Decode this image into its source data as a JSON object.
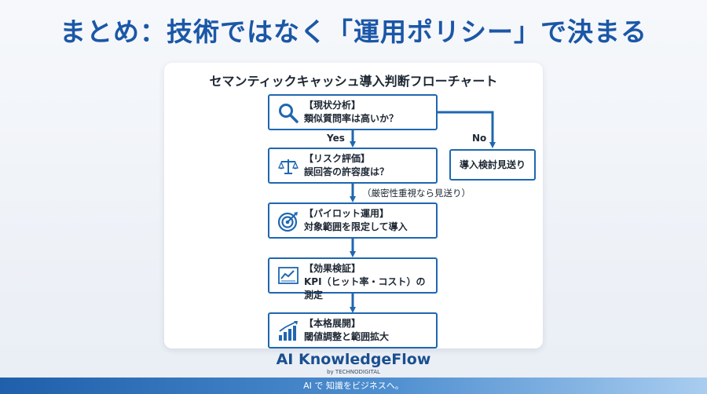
{
  "slide": {
    "title": "まとめ：技術ではなく「運用ポリシー」で決まる"
  },
  "flowchart": {
    "title": "セマンティックキャッシュ導入判断フローチャート",
    "steps": [
      {
        "heading": "【現状分析】",
        "text": "類似質問率は高いか？",
        "icon": "magnifier-icon"
      },
      {
        "heading": "【リスク評価】",
        "text": "誤回答の許容度は？",
        "icon": "balance-scale-icon"
      },
      {
        "heading": "【パイロット運用】",
        "text": "対象範囲を限定して導入",
        "icon": "target-icon"
      },
      {
        "heading": "【効果検証】",
        "text": "KPI（ヒット率・コスト）の測定",
        "icon": "trend-chart-icon"
      },
      {
        "heading": "【本格展開】",
        "text": "閾値調整と範囲拡大",
        "icon": "bar-growth-icon"
      }
    ],
    "yes_label": "Yes",
    "no_label": "No",
    "no_outcome": "導入検討見送り",
    "risk_note": "（厳密性重視なら見送り）"
  },
  "brand": {
    "name": "AI KnowledgeFlow",
    "sub": "by TECHNODIGITAL",
    "tagline": "AI で 知識をビジネスへ。"
  },
  "colors": {
    "title": "#1b57a7",
    "accent": "#1f67b1",
    "text": "#1d2733"
  }
}
